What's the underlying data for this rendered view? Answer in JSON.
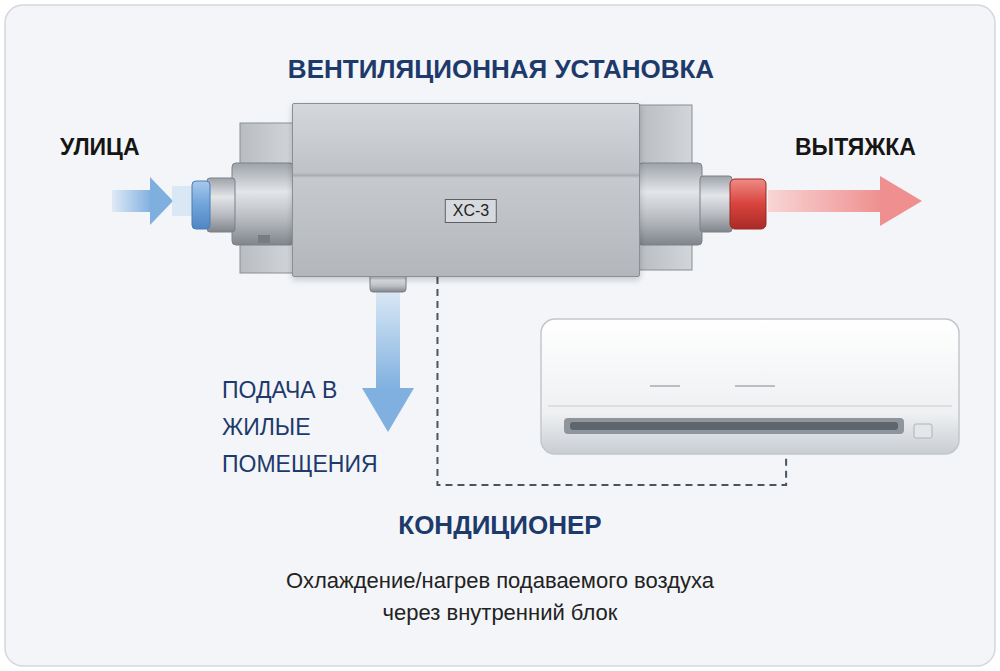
{
  "diagram": {
    "nodes": [
      {
        "text": [
          "ВЕНТИЛЯЦИОННАЯ УСТАНОВКА",
          "XC-3"
        ]
      },
      {
        "text": [
          "КОНДИЦИОНЕР",
          "Охлаждение/нагрев подаваемого воздуха через внутренний блок"
        ]
      }
    ],
    "edges": [
      {
        "from": 0,
        "to": 1,
        "arrow": "none"
      }
    ],
    "labels": [
      "УЛИЦА",
      "ВЫТЯЖКА",
      "ПОДАЧА В ЖИЛЫЕ ПОМЕЩЕНИЯ"
    ]
  }
}
